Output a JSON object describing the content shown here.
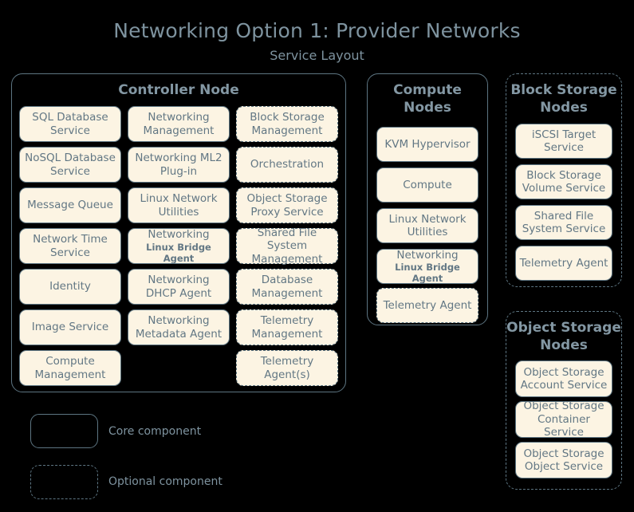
{
  "header": {
    "title": "Networking Option 1: Provider Networks",
    "subtitle": "Service Layout"
  },
  "colors": {
    "background": "#000000",
    "chip_fill": "#fcf4e3",
    "stroke": "#5d7582",
    "text": "#627784",
    "heading": "#8397a3"
  },
  "groups": {
    "controller": {
      "title": "Controller Node",
      "border": "solid",
      "columns": [
        {
          "items": [
            {
              "label": "SQL Database Service",
              "border": "solid"
            },
            {
              "label": "NoSQL Database Service",
              "border": "solid"
            },
            {
              "label": "Message Queue",
              "border": "solid"
            },
            {
              "label": "Network Time Service",
              "border": "solid"
            },
            {
              "label": "Identity",
              "border": "solid"
            },
            {
              "label": "Image Service",
              "border": "solid"
            },
            {
              "label": "Compute Management",
              "border": "solid"
            }
          ]
        },
        {
          "items": [
            {
              "label": "Networking Management",
              "border": "solid"
            },
            {
              "label": "Networking ML2 Plug-in",
              "border": "solid"
            },
            {
              "label": "Linux Network Utilities",
              "border": "solid"
            },
            {
              "label": "Networking",
              "sublabel": "Linux Bridge Agent",
              "border": "solid"
            },
            {
              "label": "Networking DHCP Agent",
              "border": "solid"
            },
            {
              "label": "Networking Metadata Agent",
              "border": "solid"
            }
          ]
        },
        {
          "items": [
            {
              "label": "Block Storage Management",
              "border": "dashed"
            },
            {
              "label": "Orchestration",
              "border": "dashed"
            },
            {
              "label": "Object Storage Proxy Service",
              "border": "dashed"
            },
            {
              "label": "Shared File System Management",
              "border": "dashed"
            },
            {
              "label": "Database Management",
              "border": "dashed"
            },
            {
              "label": "Telemetry Management",
              "border": "dashed"
            },
            {
              "label": "Telemetry Agent(s)",
              "border": "dashed"
            }
          ]
        }
      ]
    },
    "compute": {
      "title": "Compute Nodes",
      "border": "solid",
      "items": [
        {
          "label": "KVM Hypervisor",
          "border": "solid"
        },
        {
          "label": "Compute",
          "border": "solid"
        },
        {
          "label": "Linux Network Utilities",
          "border": "solid"
        },
        {
          "label": "Networking",
          "sublabel": "Linux Bridge Agent",
          "border": "solid"
        },
        {
          "label": "Telemetry Agent",
          "border": "dashed"
        }
      ]
    },
    "block_storage": {
      "title": "Block Storage Nodes",
      "border": "dashed",
      "items": [
        {
          "label": "iSCSI Target Service",
          "border": "solid"
        },
        {
          "label": "Block Storage Volume Service",
          "border": "solid"
        },
        {
          "label": "Shared File System Service",
          "border": "solid"
        },
        {
          "label": "Telemetry Agent",
          "border": "solid"
        }
      ]
    },
    "object_storage": {
      "title": "Object Storage Nodes",
      "border": "dashed",
      "items": [
        {
          "label": "Object Storage Account Service",
          "border": "solid"
        },
        {
          "label": "Object Storage Container Service",
          "border": "solid"
        },
        {
          "label": "Object Storage Object Service",
          "border": "solid"
        }
      ]
    }
  },
  "legend": [
    {
      "label": "Core component",
      "border": "solid"
    },
    {
      "label": "Optional component",
      "border": "dashed"
    }
  ]
}
